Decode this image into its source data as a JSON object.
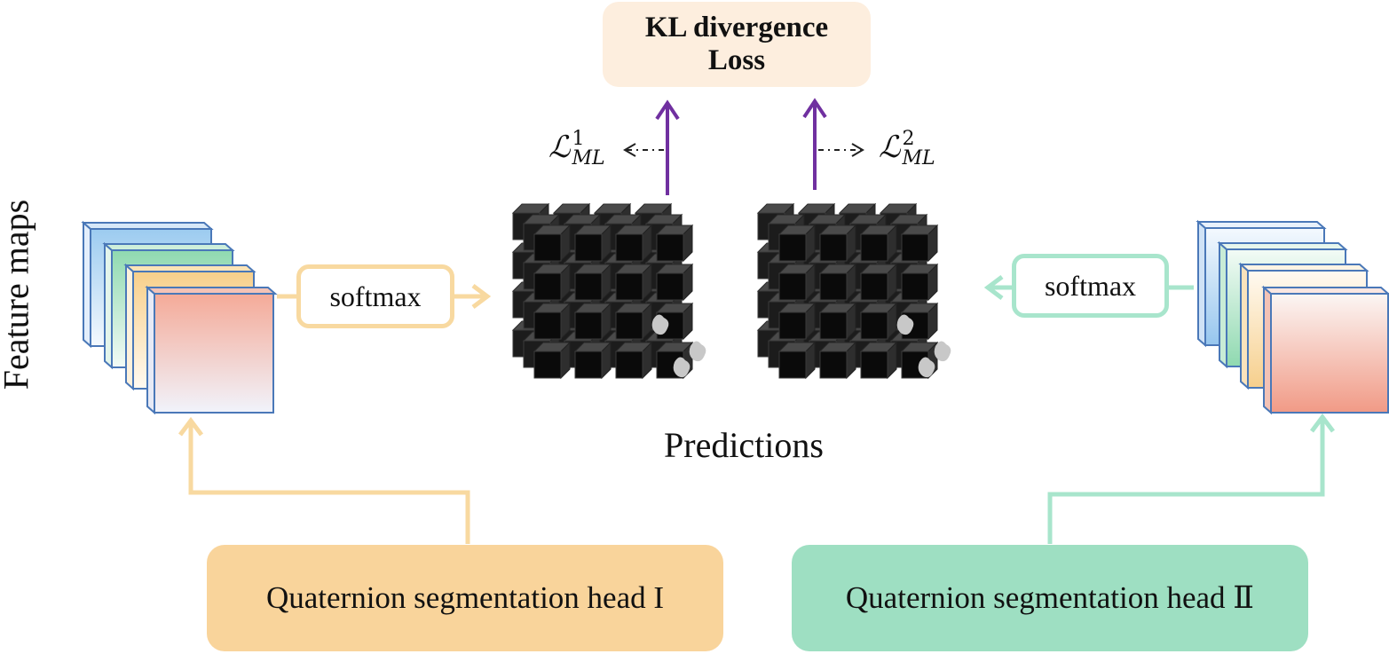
{
  "kl_box": {
    "line1": "KL divergence",
    "line2": "Loss"
  },
  "softmax_left": "softmax",
  "softmax_right": "softmax",
  "feature_maps_label": "Feature maps",
  "predictions_label": "Predictions",
  "loss_1": {
    "symbol": "ℒ",
    "superscript": "1",
    "subscript": "ML"
  },
  "loss_2": {
    "symbol": "ℒ",
    "superscript": "2",
    "subscript": "ML"
  },
  "head_1_label": "Quaternion segmentation head I",
  "head_2_label": "Quaternion segmentation head Ⅱ",
  "colors": {
    "orange_fill": "#f9d49b",
    "orange_line": "#f8d9a0",
    "green_fill": "#9edfc2",
    "green_line": "#a8e5cc",
    "purple_arrow": "#7030a0",
    "kl_fill": "#fdeede"
  }
}
